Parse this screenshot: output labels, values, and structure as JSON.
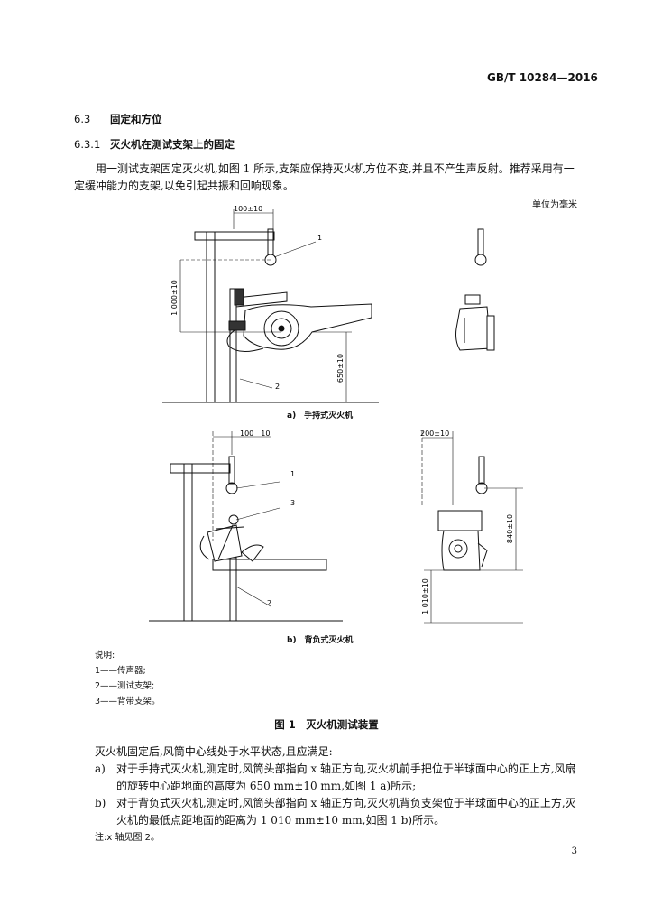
{
  "header": {
    "standard": "GB/T 10284—2016"
  },
  "section": {
    "number": "6.3",
    "title": "固定和方位"
  },
  "subsection": {
    "number": "6.3.1",
    "title": "灭火机在测试支架上的固定"
  },
  "intro": "用一测试支架固定灭火机,如图 1 所示,支架应保持灭火机方位不变,并且不产生声反射。推荐采用有一定缓冲能力的支架,以免引起共振和回响现象。",
  "unit_note": "单位为毫米",
  "figure": {
    "a": {
      "caption": "a)　手持式灭火机",
      "dim_top": "100±10",
      "dim_vertical": "1 000±10",
      "dim_height": "650±10",
      "callout_1": "1",
      "callout_2": "2"
    },
    "b": {
      "caption": "b)　背负式灭火机",
      "dim_top": "100　10",
      "dim_right_top": "200±10",
      "dim_right_vertical": "840±10",
      "dim_right_height": "1 010±10",
      "callout_1": "1",
      "callout_2": "2",
      "callout_3": "3"
    },
    "legend": {
      "heading": "说明:",
      "items": [
        "1——传声器;",
        "2——测试支架;",
        "3——背带支架。"
      ]
    },
    "title": "图 1　灭火机测试装置"
  },
  "body_text": "灭火机固定后,风筒中心线处于水平状态,且应满足:",
  "list": [
    {
      "label": "a)",
      "text": "对于手持式灭火机,测定时,风筒头部指向 x 轴正方向,灭火机前手把位于半球面中心的正上方,风扇的旋转中心距地面的高度为 650 mm±10 mm,如图 1 a)所示;"
    },
    {
      "label": "b)",
      "text": "对于背负式灭火机,测定时,风筒头部指向 x 轴正方向,灭火机背负支架位于半球面中心的正上方,灭火机的最低点距地面的距离为 1 010 mm±10 mm,如图 1 b)所示。"
    }
  ],
  "note": "注:x 轴见图 2。",
  "page_number": "3"
}
